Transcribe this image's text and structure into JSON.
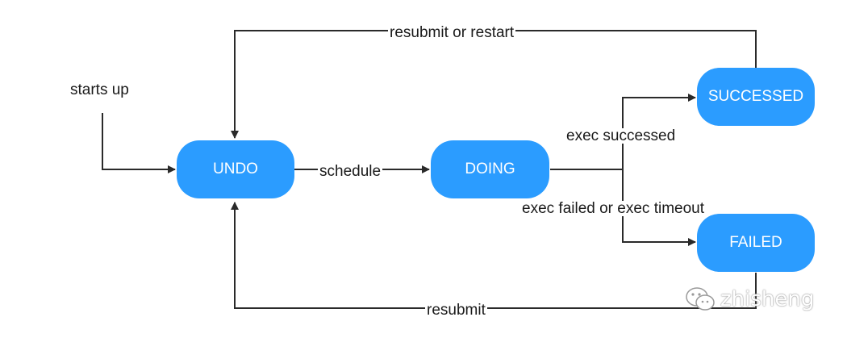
{
  "colors": {
    "node_fill": "#2b9cff",
    "edge": "#2a2a2a",
    "text": "#1a1a1a"
  },
  "nodes": {
    "undo": "UNDO",
    "doing": "DOING",
    "successed": "SUCCESSED",
    "failed": "FAILED"
  },
  "edges": {
    "starts_up": "starts up",
    "schedule": "schedule",
    "exec_successed": "exec successed",
    "exec_failed": "exec failed or exec timeout",
    "resubmit_or_restart": "resubmit or restart",
    "resubmit": "resubmit"
  },
  "watermark": {
    "text": "zhisheng",
    "icon": "wechat-icon"
  }
}
